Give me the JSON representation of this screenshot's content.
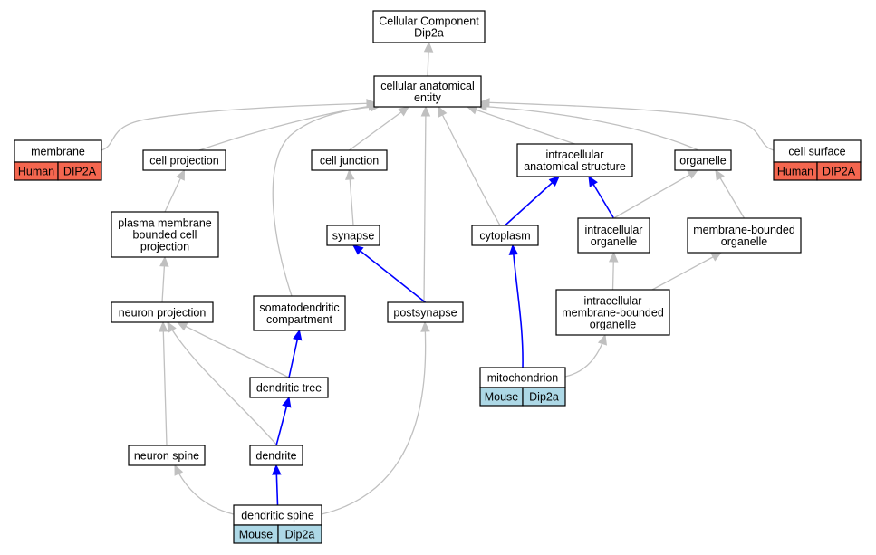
{
  "colors": {
    "human": "#f4664f",
    "mouse": "#add8e6",
    "edge_default": "#c0c0c0",
    "edge_highlight": "#0000ff"
  },
  "nodes": {
    "root": {
      "lines": [
        "Cellular Component",
        "Dip2a"
      ]
    },
    "cellular_anatomical_entity": {
      "lines": [
        "cellular anatomical",
        "entity"
      ]
    },
    "membrane": {
      "lines": [
        "membrane"
      ],
      "tag": {
        "species": "Human",
        "gene": "DIP2A"
      }
    },
    "cell_projection": {
      "lines": [
        "cell projection"
      ]
    },
    "cell_junction": {
      "lines": [
        "cell junction"
      ]
    },
    "intracellular_anatomical_structure": {
      "lines": [
        "intracellular",
        "anatomical structure"
      ]
    },
    "organelle": {
      "lines": [
        "organelle"
      ]
    },
    "cell_surface": {
      "lines": [
        "cell surface"
      ],
      "tag": {
        "species": "Human",
        "gene": "DIP2A"
      }
    },
    "plasma_membrane_bounded_cell_projection": {
      "lines": [
        "plasma membrane",
        "bounded cell",
        "projection"
      ]
    },
    "synapse": {
      "lines": [
        "synapse"
      ]
    },
    "cytoplasm": {
      "lines": [
        "cytoplasm"
      ]
    },
    "intracellular_organelle": {
      "lines": [
        "intracellular",
        "organelle"
      ]
    },
    "membrane_bounded_organelle": {
      "lines": [
        "membrane-bounded",
        "organelle"
      ]
    },
    "neuron_projection": {
      "lines": [
        "neuron projection"
      ]
    },
    "somatodendritic_compartment": {
      "lines": [
        "somatodendritic",
        "compartment"
      ]
    },
    "postsynapse": {
      "lines": [
        "postsynapse"
      ]
    },
    "intracellular_membrane_bounded_organelle": {
      "lines": [
        "intracellular",
        "membrane-bounded",
        "organelle"
      ]
    },
    "dendritic_tree": {
      "lines": [
        "dendritic tree"
      ]
    },
    "mitochondrion": {
      "lines": [
        "mitochondrion"
      ],
      "tag": {
        "species": "Mouse",
        "gene": "Dip2a"
      }
    },
    "neuron_spine": {
      "lines": [
        "neuron spine"
      ]
    },
    "dendrite": {
      "lines": [
        "dendrite"
      ]
    },
    "dendritic_spine": {
      "lines": [
        "dendritic spine"
      ],
      "tag": {
        "species": "Mouse",
        "gene": "Dip2a"
      }
    }
  },
  "edges": [
    {
      "from": "cellular_anatomical_entity",
      "to": "root",
      "highlight": false
    },
    {
      "from": "membrane",
      "to": "cellular_anatomical_entity",
      "highlight": false
    },
    {
      "from": "cell_projection",
      "to": "cellular_anatomical_entity",
      "highlight": false
    },
    {
      "from": "somatodendritic_compartment",
      "to": "cellular_anatomical_entity",
      "highlight": false
    },
    {
      "from": "cell_junction",
      "to": "cellular_anatomical_entity",
      "highlight": false
    },
    {
      "from": "postsynapse",
      "to": "cellular_anatomical_entity",
      "highlight": false
    },
    {
      "from": "cytoplasm",
      "to": "cellular_anatomical_entity",
      "highlight": false
    },
    {
      "from": "intracellular_anatomical_structure",
      "to": "cellular_anatomical_entity",
      "highlight": false
    },
    {
      "from": "organelle",
      "to": "cellular_anatomical_entity",
      "highlight": false
    },
    {
      "from": "cell_surface",
      "to": "cellular_anatomical_entity",
      "highlight": false
    },
    {
      "from": "plasma_membrane_bounded_cell_projection",
      "to": "cell_projection",
      "highlight": false
    },
    {
      "from": "synapse",
      "to": "cell_junction",
      "highlight": false
    },
    {
      "from": "cytoplasm",
      "to": "intracellular_anatomical_structure",
      "highlight": true
    },
    {
      "from": "intracellular_organelle",
      "to": "intracellular_anatomical_structure",
      "highlight": true
    },
    {
      "from": "intracellular_organelle",
      "to": "organelle",
      "highlight": false
    },
    {
      "from": "membrane_bounded_organelle",
      "to": "organelle",
      "highlight": false
    },
    {
      "from": "neuron_projection",
      "to": "plasma_membrane_bounded_cell_projection",
      "highlight": false
    },
    {
      "from": "postsynapse",
      "to": "synapse",
      "highlight": true
    },
    {
      "from": "mitochondrion",
      "to": "cytoplasm",
      "highlight": true
    },
    {
      "from": "intracellular_membrane_bounded_organelle",
      "to": "intracellular_organelle",
      "highlight": false
    },
    {
      "from": "intracellular_membrane_bounded_organelle",
      "to": "membrane_bounded_organelle",
      "highlight": false
    },
    {
      "from": "dendritic_tree",
      "to": "neuron_projection",
      "highlight": false
    },
    {
      "from": "dendritic_tree",
      "to": "somatodendritic_compartment",
      "highlight": true
    },
    {
      "from": "mitochondrion",
      "to": "intracellular_membrane_bounded_organelle",
      "highlight": false
    },
    {
      "from": "neuron_spine",
      "to": "neuron_projection",
      "highlight": false
    },
    {
      "from": "dendrite",
      "to": "neuron_projection",
      "highlight": false
    },
    {
      "from": "dendrite",
      "to": "dendritic_tree",
      "highlight": true
    },
    {
      "from": "dendritic_spine",
      "to": "neuron_spine",
      "highlight": false
    },
    {
      "from": "dendritic_spine",
      "to": "dendrite",
      "highlight": true
    },
    {
      "from": "dendritic_spine",
      "to": "postsynapse",
      "highlight": false
    }
  ]
}
